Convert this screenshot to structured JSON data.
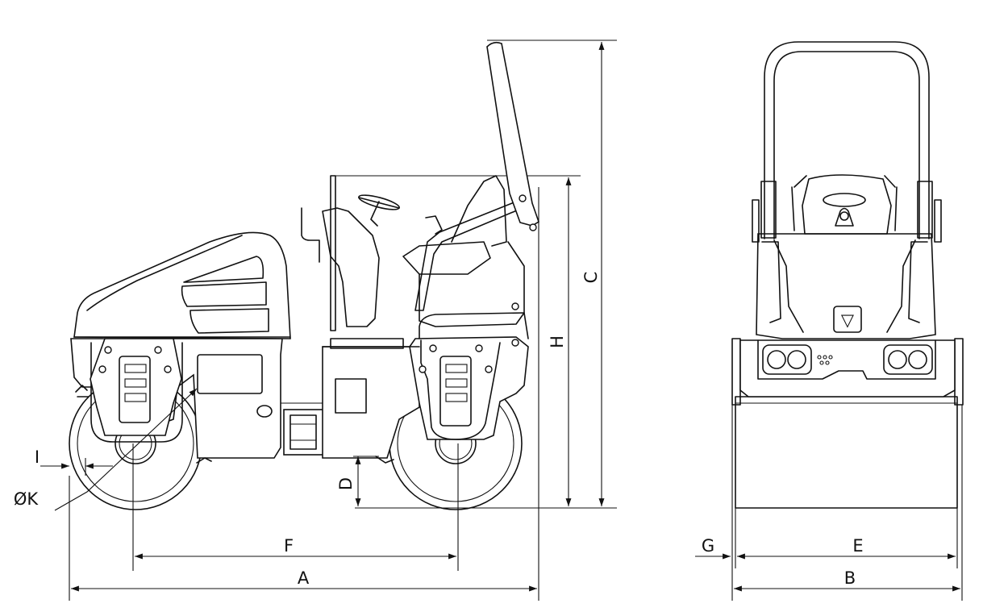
{
  "labels": {
    "A": "A",
    "B": "B",
    "C": "C",
    "D": "D",
    "E": "E",
    "F": "F",
    "G": "G",
    "H": "H",
    "I": "I",
    "K": "ØK"
  },
  "logo": {
    "glyph": "▽"
  }
}
